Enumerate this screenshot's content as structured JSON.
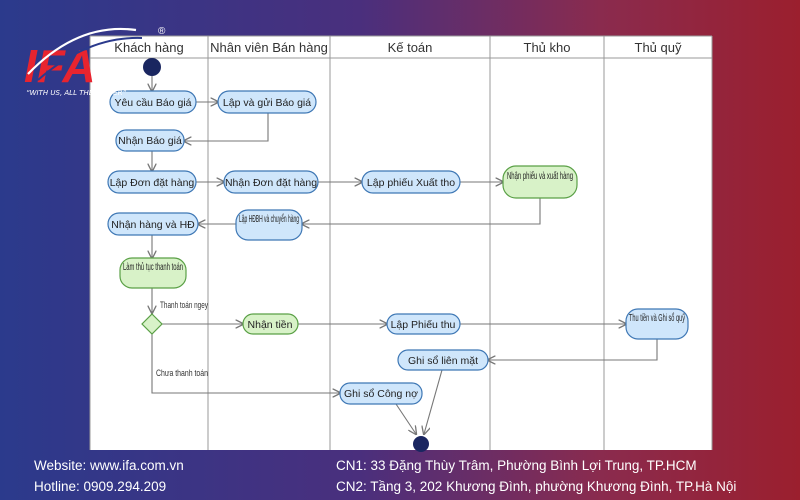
{
  "brand": {
    "name": "IFA",
    "tagline": "“WITH US, ALL THE BETTER”",
    "registered_mark": "®",
    "colors": {
      "accent_red": "#e8242f",
      "navy": "#2b3a8c"
    }
  },
  "diagram": {
    "lanes": [
      {
        "id": "customer",
        "label": "Khách hàng"
      },
      {
        "id": "sales",
        "label": "Nhân viên Bán hàng"
      },
      {
        "id": "accounting",
        "label": "Kế toán"
      },
      {
        "id": "warehouse",
        "label": "Thủ kho"
      },
      {
        "id": "cashier",
        "label": "Thủ quỹ"
      }
    ],
    "nodes": [
      {
        "id": "n1",
        "label": "Yêu cầu Báo giá",
        "style": "blue"
      },
      {
        "id": "n2",
        "label": "Lập và gửi Báo giá",
        "style": "blue"
      },
      {
        "id": "n3",
        "label": "Nhận Báo giá",
        "style": "blue"
      },
      {
        "id": "n4",
        "label": "Lập Đơn đặt hàng",
        "style": "blue"
      },
      {
        "id": "n5",
        "label": "Nhận Đơn đặt hàng",
        "style": "blue"
      },
      {
        "id": "n6",
        "label": "Lập phiếu Xuất tho",
        "style": "blue"
      },
      {
        "id": "n7",
        "label": "Nhận phiếu và xuất hàng",
        "style": "green"
      },
      {
        "id": "n8",
        "label": "Lập HĐBH và chuyển hàng",
        "style": "blue"
      },
      {
        "id": "n9",
        "label": "Nhận hàng và HĐ",
        "style": "blue"
      },
      {
        "id": "n10",
        "label": "Làm thủ tục thanh toán",
        "style": "green"
      },
      {
        "id": "n11",
        "label": "Nhận tiền",
        "style": "green"
      },
      {
        "id": "n12",
        "label": "Lập Phiếu thu",
        "style": "blue"
      },
      {
        "id": "n13",
        "label": "Thu tiền và Ghi sổ quỹ",
        "style": "blue"
      },
      {
        "id": "n14",
        "label": "Ghi sổ liên mặt",
        "style": "blue"
      },
      {
        "id": "n15",
        "label": "Ghi sổ Công nợ",
        "style": "blue"
      }
    ],
    "guard_paid": "Thanh toán ngey",
    "guard_unpaid": "Chưa thanh toán"
  },
  "footer": {
    "website": "Website: www.ifa.com.vn",
    "hotline": "Hotline: 0909.294.209",
    "branch1": "CN1: 33 Đặng Thùy Trâm, Phường Bình Lợi Trung, TP.HCM",
    "branch2": "CN2: Tầng 3, 202 Khương Đình, phường Khương Đình, TP.Hà Nội"
  }
}
